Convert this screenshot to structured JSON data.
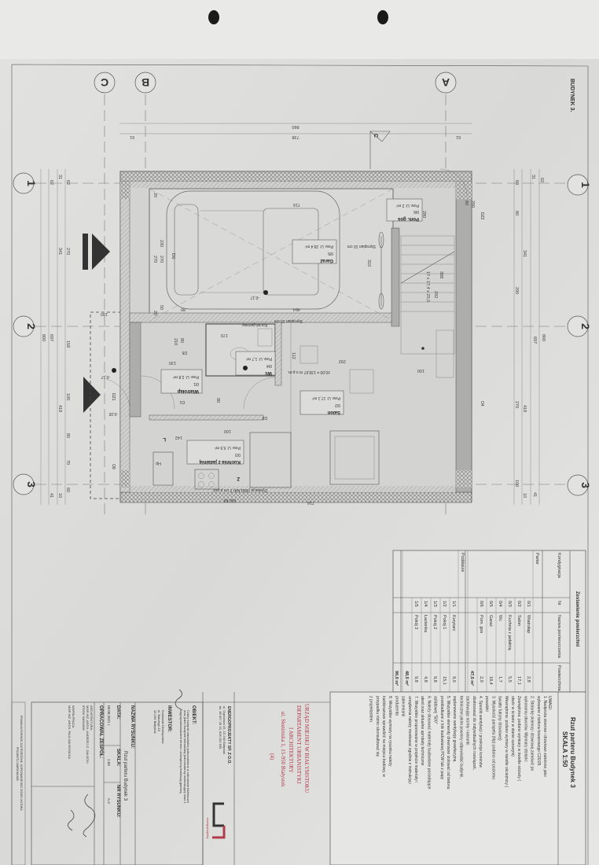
{
  "sheet": {
    "building_label": "BUDYNEK 3.",
    "section_marker": "C"
  },
  "axes": {
    "letters": [
      "A",
      "B",
      "C"
    ],
    "numbers": [
      "1",
      "2",
      "3"
    ]
  },
  "dimensions": {
    "top": [
      "860",
      "738",
      "61",
      "61"
    ],
    "left": [
      "62",
      "31",
      "62",
      "341",
      "270",
      "800",
      "697",
      "158",
      "100",
      "418",
      "80",
      "70",
      "60",
      "41",
      "10"
    ],
    "right": [
      "62",
      "31",
      "60",
      "80",
      "341",
      "290",
      "800",
      "697",
      "270",
      "418",
      "100",
      "41",
      "10"
    ],
    "plan": [
      "716",
      "464",
      "310",
      "388",
      "292",
      "280",
      "292",
      "100",
      "112",
      "170",
      "130",
      "142",
      "100",
      "90",
      "210",
      "80",
      "716",
      "200",
      "80",
      "270",
      "230",
      "270",
      "20",
      "20",
      "50",
      "80",
      "17 x 17,4 x 25,5"
    ]
  },
  "plan": {
    "rooms": [
      {
        "name": "Garaż",
        "nr": "0/5",
        "area": "Pow. U: 18,4 m²"
      },
      {
        "name": "Pom. gos",
        "nr": "0/6",
        "area": "Pow. U: 2 m²"
      },
      {
        "name": "Salon",
        "nr": "0/2",
        "area": "Pow. U: 17,1 m²"
      },
      {
        "name": "Wc",
        "nr": "0/4",
        "area": "Pow. U: 1,7 m²"
      },
      {
        "name": "Wiatrołap",
        "nr": "0/1",
        "area": "Pow. U: 2,8 m²"
      },
      {
        "name": "Kuchnia z jadalnią",
        "nr": "0/3",
        "area": "Pow. U: 5,5 m²"
      }
    ],
    "labels": {
      "insulation_top": "Styropian 10 cm",
      "insulation_bottom": "Styropian 10 cm",
      "boiler": "Kocioł gazowy",
      "level_zero": "±0,00 = 139,67 m n.p.m.",
      "level_garage": "-0,17",
      "level_entry_outer": "-0,17",
      "level_entry": "-0,02",
      "fire_rating": "REI 60",
      "dilatation": "Dylatacja (WEŁNA) 2 cm p.poż",
      "door_garage": "DG",
      "door_d5": "D5",
      "door_d3": "D3",
      "door_d1": "D1",
      "door_dz1": "DZ1",
      "door_dz2": "DZ2",
      "window_o4": "O4",
      "window_o9": "O9",
      "stair_z": "Z",
      "kitchen_l": "L",
      "hp": "Hp"
    }
  },
  "summary_table": {
    "title": "Zestawienie powierzchni",
    "headers": [
      "Kondygnacja",
      "Nr",
      "Nazwa pomieszczenia",
      "Powierzchnia"
    ],
    "groups": [
      {
        "label": "Parter",
        "rows": [
          {
            "nr": "0/1",
            "name": "Wiatrołap",
            "area": "2,8"
          },
          {
            "nr": "0/2",
            "name": "Salon",
            "area": "17,1"
          },
          {
            "nr": "0/3",
            "name": "Kuchnia z jadalnią",
            "area": "5,5"
          },
          {
            "nr": "0/4",
            "name": "Wc",
            "area": "1,7"
          },
          {
            "nr": "0/5",
            "name": "Garaż",
            "area": "18,4"
          },
          {
            "nr": "0/6",
            "name": "Pom. gos",
            "area": "2,0"
          }
        ],
        "subtotal": "47,5 m²"
      },
      {
        "label": "Poddasze",
        "rows": [
          {
            "nr": "1/1",
            "name": "Korytarz",
            "area": "9,0"
          },
          {
            "nr": "1/2",
            "name": "Pokój 1",
            "area": "15,1"
          },
          {
            "nr": "1/3",
            "name": "Pokój 2",
            "area": "9,8"
          },
          {
            "nr": "1/4",
            "name": "Łazienka",
            "area": "4,8"
          },
          {
            "nr": "1/5",
            "name": "Pokój 3",
            "area": "9,8"
          }
        ],
        "subtotal": "48,5 m²"
      }
    ],
    "total": "96,0 m²"
  },
  "notes": {
    "title": "Rzut parteru Budynek 3",
    "scale": "SKALA 1:50",
    "heading": "UWAGI:",
    "lines": [
      "1. Nadproża okienne i drzwiowe założono jako",
      "wylewane z betonu towarowego C20/25",
      "2. Stolarkę okienną i drzwiową zamówić po",
      "wykonaniu otworów. Wymiary stolarki:",
      "Zewnętrzna: podano wymiary w świetle ościeży (",
      "otwór w ścianie w stanie surowym)",
      "Wewnętrzna: podano wymiary w świetle ościeżnicy (",
      "światło futryny drzwiowej)",
      "3. Wysokość parapetu (Hp) podano od poziomu",
      "posadzki",
      "4. Sposób wentylacji i przekroje kominów",
      "dostosować do indywidualnych rozwiązań,",
      "zachowując normy i warunki",
      "techniczne jakim powinny odpowiadać budynki,",
      "zaplanowano wentylację grawitacyjną",
      "5. Wszystkie elementy drewniane izolować od betonu",
      "przekładkami z folii budowlanej PCW lub z papy",
      "asfaltowej \"500\"",
      "6. Należy stosować materiały budowlane posiadające",
      "atest oraz aktualne aprobaty techniczne",
      "7. Wszystkie proponowane w projekcie materiały i",
      "urządzenia należy montować zgodnie z instrukcją i",
      "zaleceniami",
      "producenta",
      "8. Wszystkie wymiary na rysunku należy",
      "każdorazowo sprawdzić na miejscu budowy, w",
      "przypadku różnic skonsultować się",
      "z projektantem."
    ]
  },
  "stamp": {
    "lines": [
      "URZĄD MIEJSKI W BIAŁYMSTOKU",
      "DEPARTAMENT URBANISTYKI",
      "I ARCHITEKTURY",
      "ul. Słonimska 1, 15-950 Białystok",
      "(4)"
    ],
    "color": "#b23a4a"
  },
  "company": {
    "name": "ENERGOPROJEKTY SP. Z O.O.",
    "address": "ul. Ogrodowa 15, 15-340 Białystok",
    "phone": "tel. 85 667 28 20, 608 200 605",
    "logo_text": "energoprojekty"
  },
  "title_block": {
    "object_label": "OBIEKT:",
    "object_lines": [
      "Cztery budynki mieszkalne jednorodzinne w zabudowie bliźniaczej",
      "oraz jeden budynek mieszkalny jednorodzinny wolnostojący wraz z",
      "zagospodarowaniem terenu i zewnętrzną instalacją gazową"
    ],
    "investor_label": "INWESTOR:",
    "investor_lines": [
      "Kozłowski Development",
      "ul. Batorego 19",
      "15-196 Białystok"
    ],
    "drawing_name_label": "NAZWA RYSUNKU:",
    "drawing_name": "Rzut parteru Budynek 3",
    "date_label": "DATA:",
    "date": "08.08.2021 r.",
    "scale_label": "SKALA:",
    "scale": "1:50",
    "number_label": "NR RYSUNKU:",
    "number": "A.3",
    "team_label": "OPRACOWAŁ ZESPÓŁ:",
    "architecture_label": "ARCHITEKTURA:",
    "architect": "MGR INŻ. ARCH. ANDRZEJ Z. GALECKI",
    "architect_license": "IPOOK 94/510/08",
    "cooperation_label": "WSPÓŁPRACA:",
    "cooperator": "MGR INŻ. ARCH. PAULINA ROSICKA",
    "copyright": "PRAWA AUTORSKIE ZASTRZEŻONE. KOPIOWANIE BEZ ZGODY AUTORA",
    "copyright2": "PROJEKTU ZABRONIONE."
  }
}
